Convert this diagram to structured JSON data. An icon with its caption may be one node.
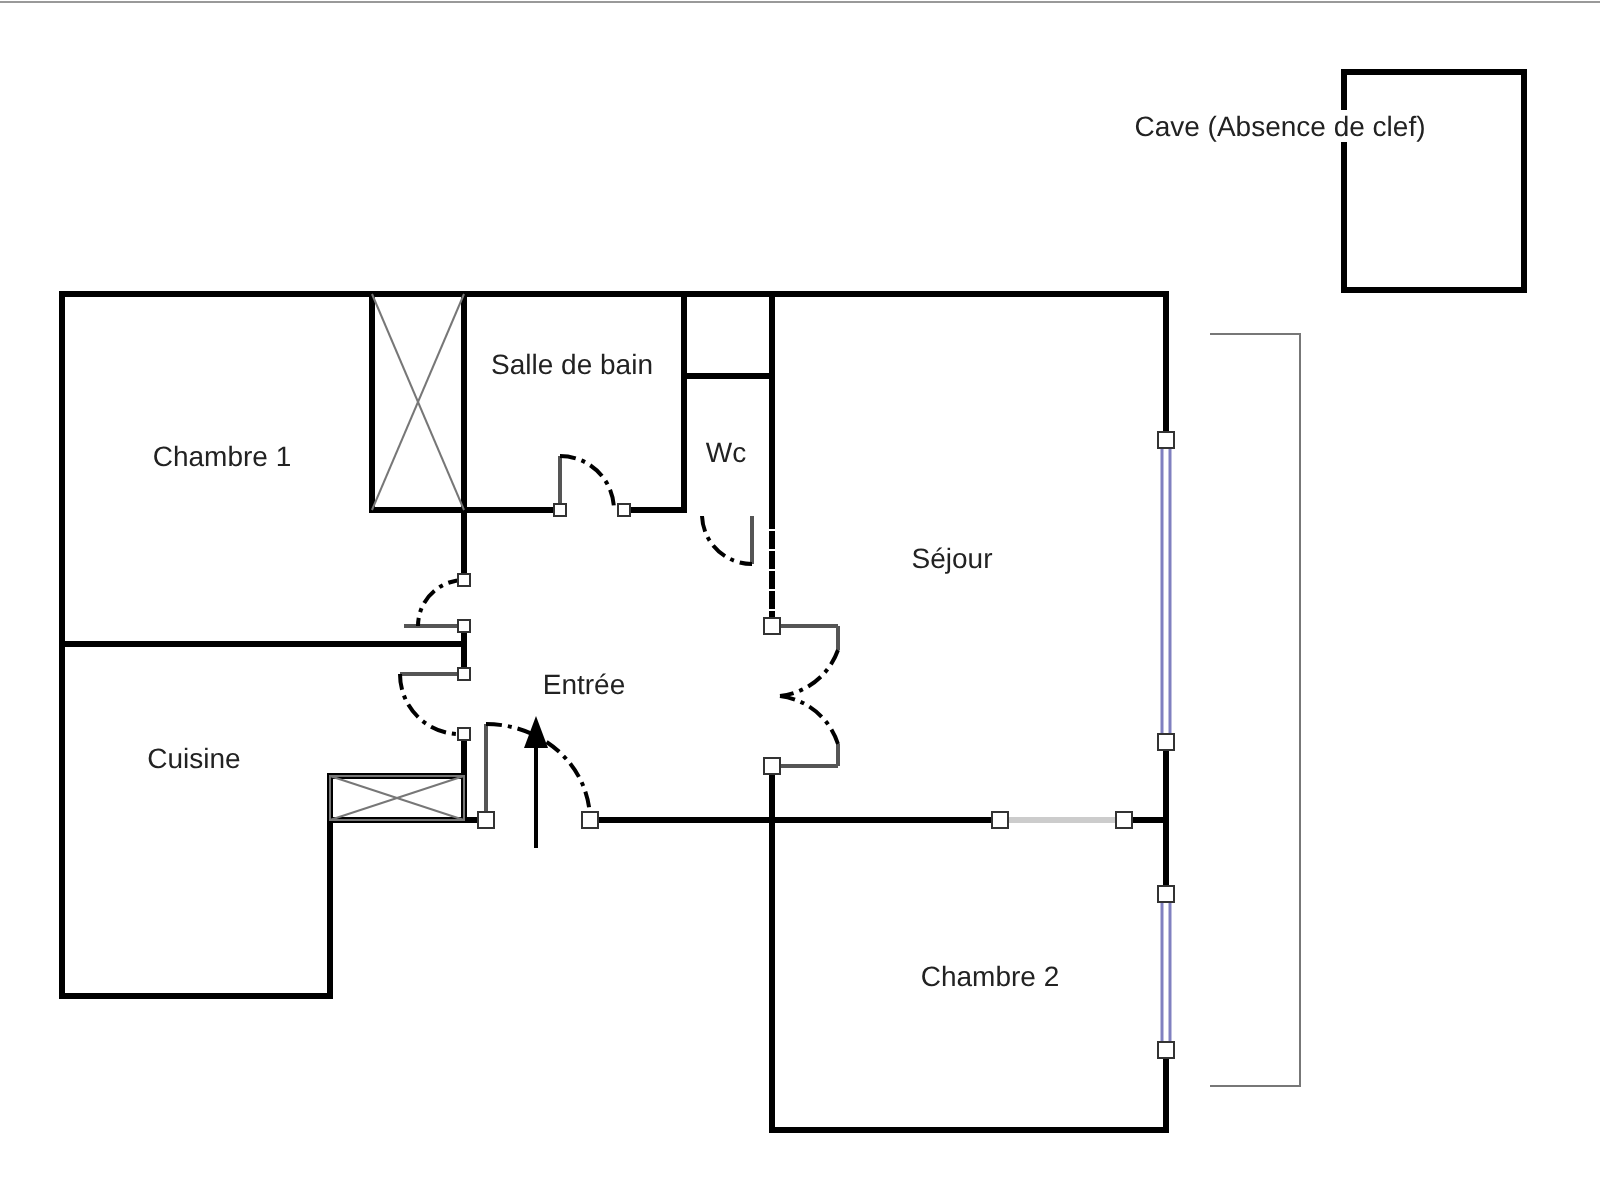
{
  "diagram": {
    "labels": [
      "Cave (Absence de clef)",
      "Salle de bain",
      "Chambre 1",
      "Wc",
      "Séjour",
      "Entrée",
      "Cuisine",
      "Chambre 2"
    ]
  }
}
